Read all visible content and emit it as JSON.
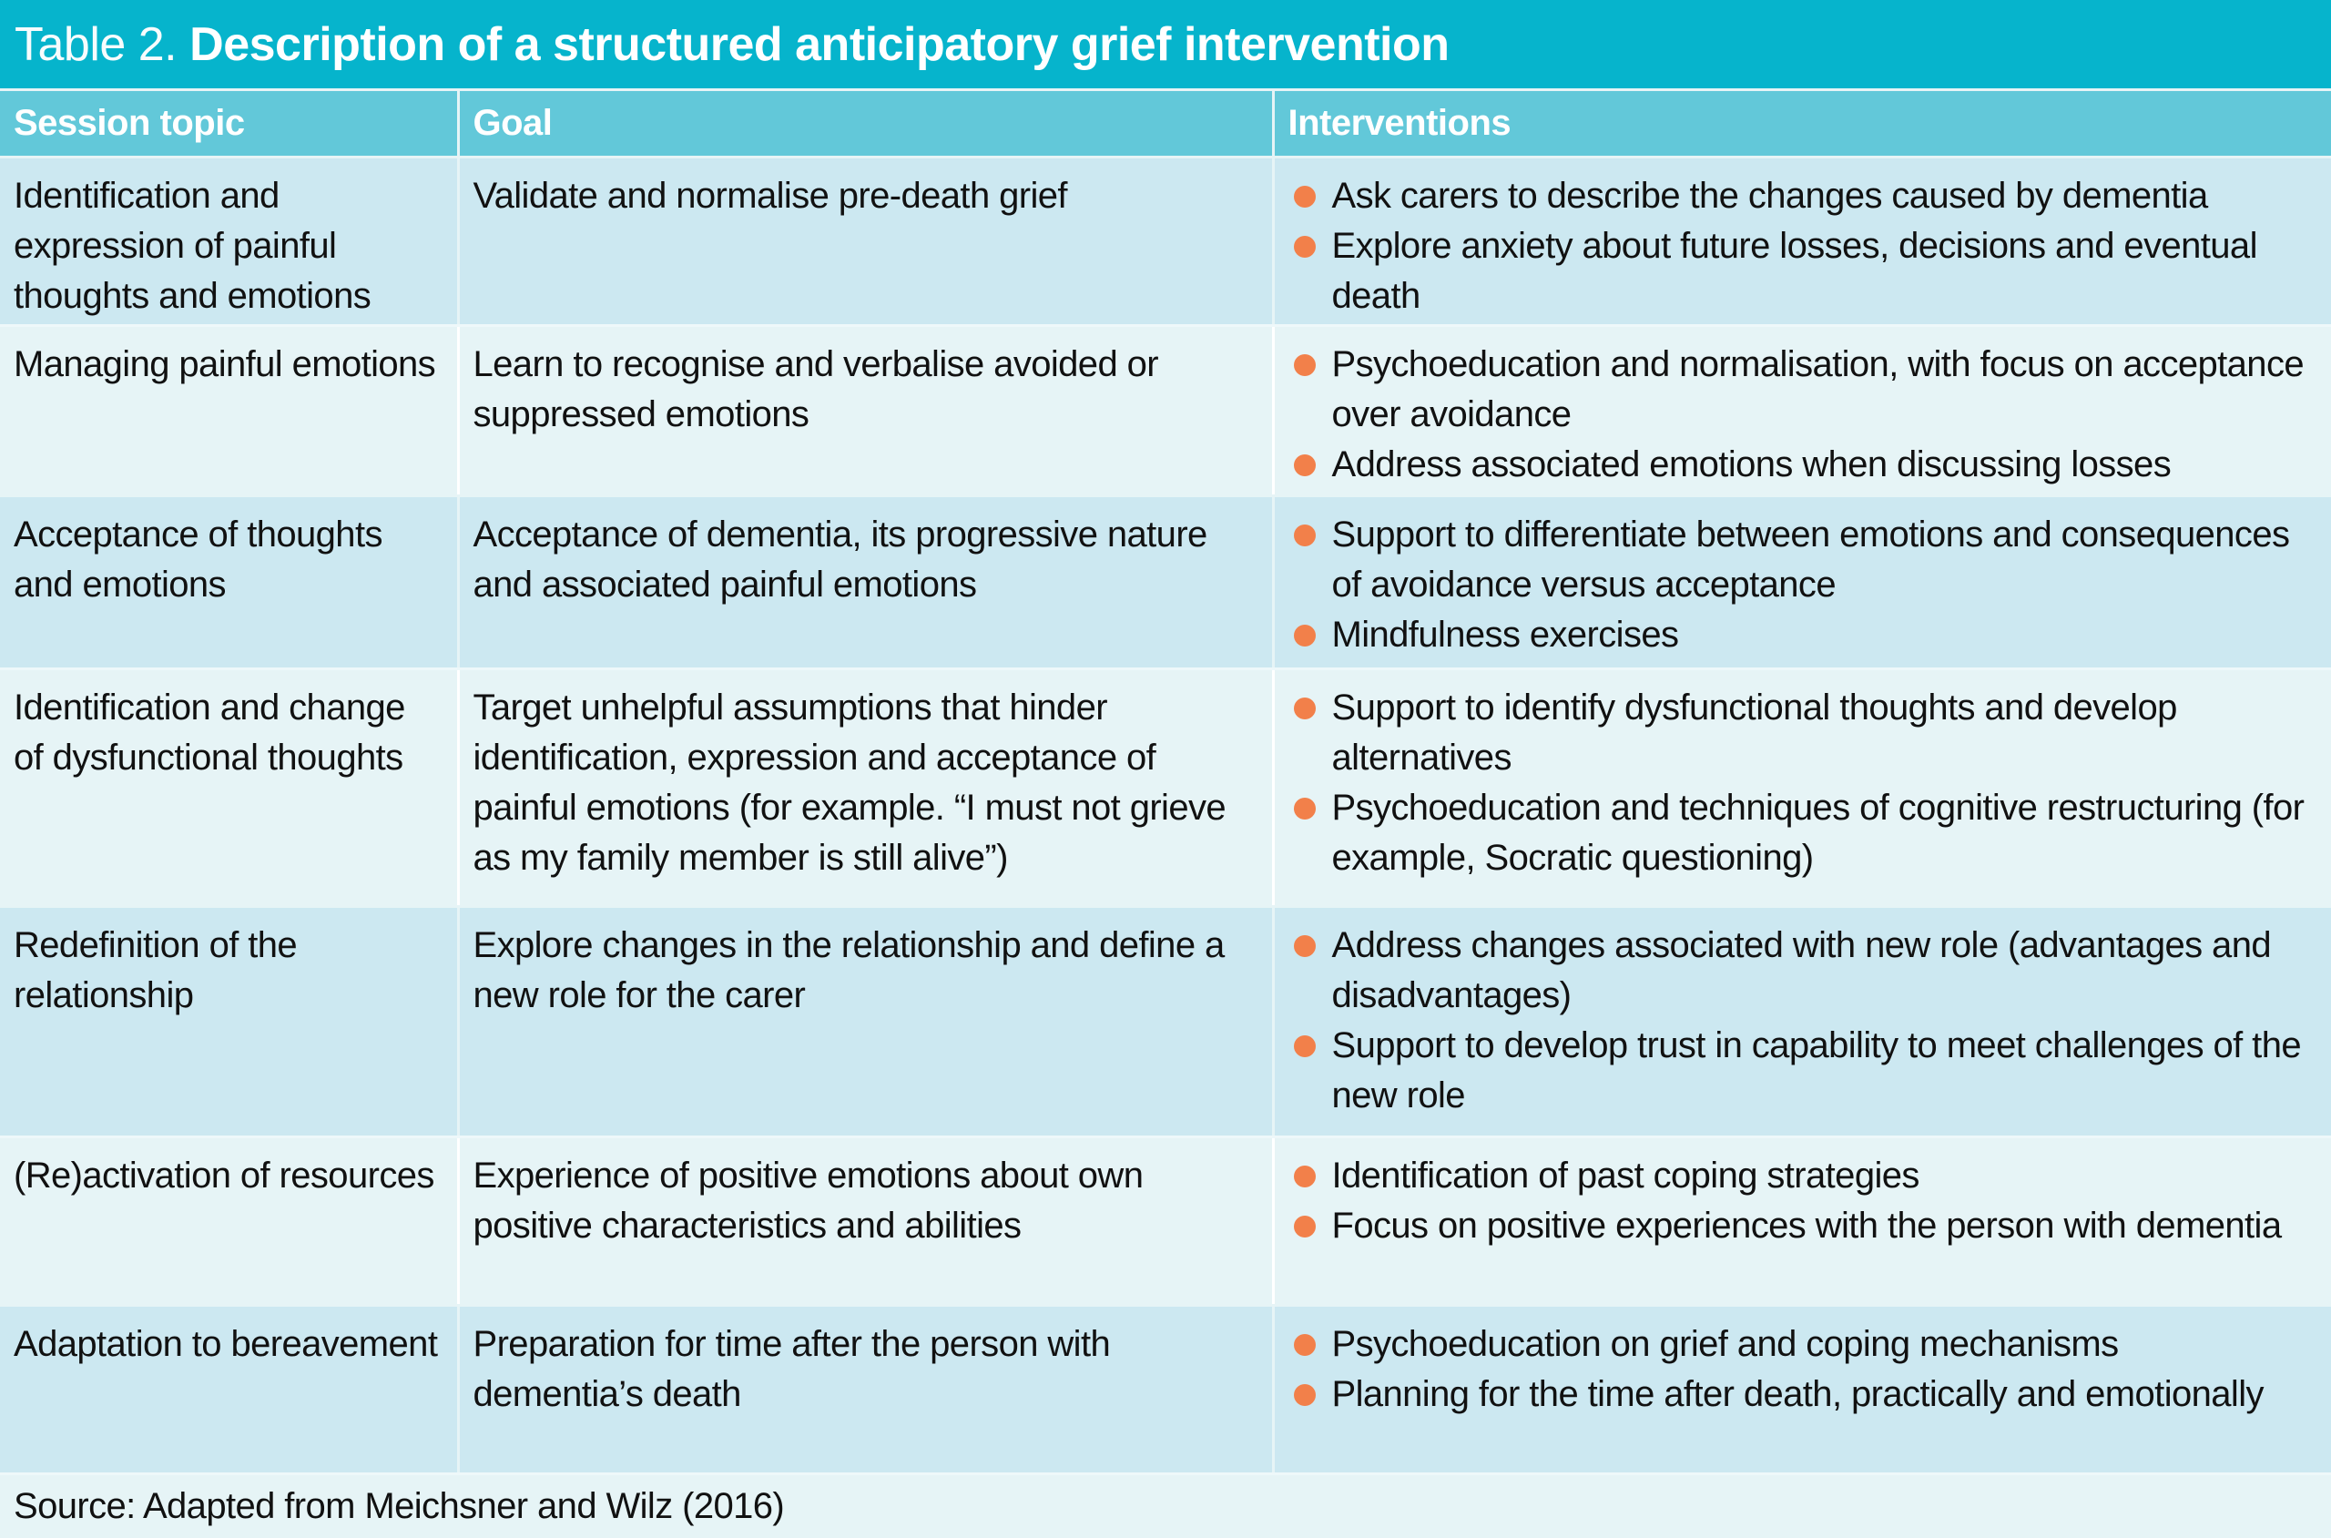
{
  "title": {
    "prefix": "Table 2.",
    "main": "Description of a structured anticipatory grief intervention"
  },
  "colors": {
    "title_bar": "#06b4cc",
    "header_row": "#62c8d9",
    "row_dark": "#cce8f1",
    "row_light": "#e6f4f6",
    "bullet": "#f2804a"
  },
  "table": {
    "headers": [
      "Session topic",
      "Goal",
      "Interventions"
    ],
    "rows": [
      {
        "topic": "Identification and expression of painful thoughts and emotions",
        "goal": "Validate and normalise pre-death grief",
        "interventions": [
          "Ask carers to describe the changes caused by dementia",
          "Explore anxiety about future losses, decisions and eventual death"
        ]
      },
      {
        "topic": "Managing painful emotions",
        "goal": "Learn to recognise and verbalise avoided or suppressed emotions",
        "interventions": [
          "Psychoeducation and normalisation, with focus on acceptance over avoidance",
          "Address associated emotions when discussing losses"
        ]
      },
      {
        "topic": "Acceptance of thoughts and emotions",
        "goal": "Acceptance of dementia, its progressive nature and associated painful emotions",
        "interventions": [
          "Support to differentiate between emotions and consequences of avoidance versus acceptance",
          "Mindfulness exercises"
        ]
      },
      {
        "topic": "Identification and change of dysfunctional thoughts",
        "goal": "Target unhelpful assumptions that hinder identification, expression and acceptance of painful emotions (for example. “I must not grieve as my family member is still alive”)",
        "interventions": [
          "Support to identify dysfunctional thoughts and develop alternatives",
          "Psychoeducation and techniques of cognitive restructuring (for example, Socratic questioning)"
        ]
      },
      {
        "topic": "Redefinition of the relationship",
        "goal": "Explore changes in the relationship and define a new role for the carer",
        "interventions": [
          "Address changes associated with new role (advantages and disadvantages)",
          "Support to develop trust in capability to meet challenges of the new role"
        ]
      },
      {
        "topic": "(Re)activation of resources",
        "goal": "Experience of positive emotions about own positive characteristics and abilities",
        "interventions": [
          "Identification of past coping strategies",
          "Focus on positive experiences with the person with dementia"
        ]
      },
      {
        "topic": "Adaptation to bereavement",
        "goal": "Preparation for time after the person with dementia’s death",
        "interventions": [
          "Psychoeducation on grief and coping mechanisms",
          "Planning for the time after death, practically and emotionally"
        ]
      }
    ]
  },
  "source": "Source: Adapted from Meichsner and Wilz (2016)"
}
